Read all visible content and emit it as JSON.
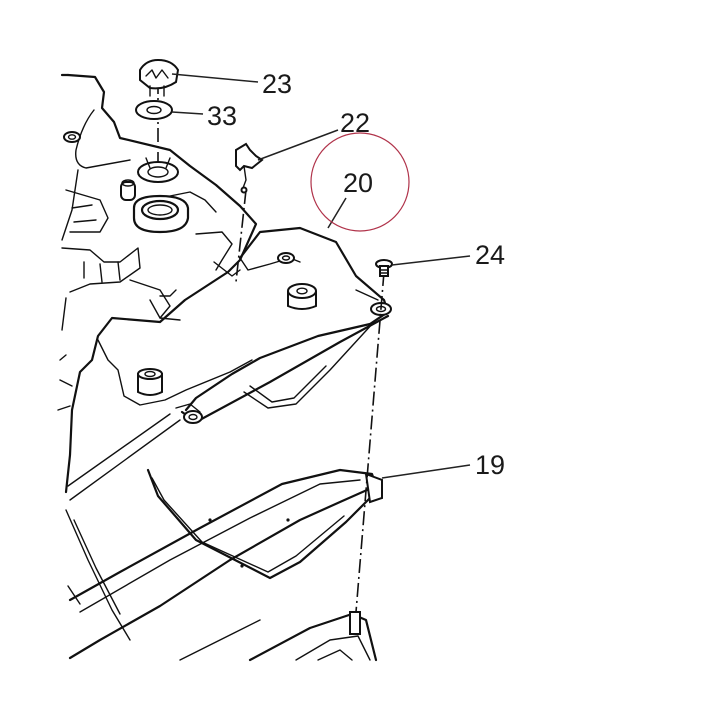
{
  "callouts": {
    "p23": "23",
    "p33": "33",
    "p22": "22",
    "p20": "20",
    "p24": "24",
    "p19": "19"
  },
  "highlight_color": "#b0334a"
}
